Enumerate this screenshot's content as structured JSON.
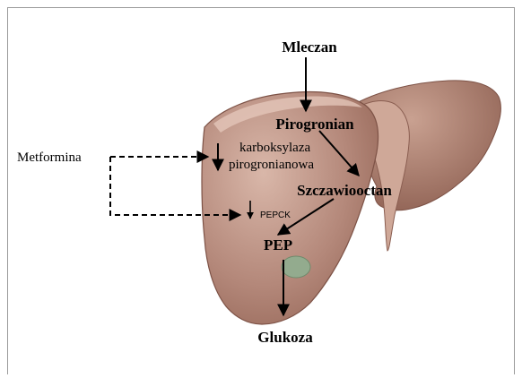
{
  "labels": {
    "mleczan": "Mleczan",
    "pirogronian": "Pirogronian",
    "enzyme_line1": "karboksylaza",
    "enzyme_line2": "pirogronianowa",
    "szczawiooctan": "Szczawiooctan",
    "pepck": "PEPCK",
    "pep": "PEP",
    "glukoza": "Glukoza",
    "metformina": "Metformina"
  },
  "colors": {
    "liver_fill": "#b88a79",
    "liver_highlight": "#d9b8aa",
    "liver_shadow": "#8f6356",
    "gallbladder": "#8fa88c",
    "arrow": "#000000"
  }
}
